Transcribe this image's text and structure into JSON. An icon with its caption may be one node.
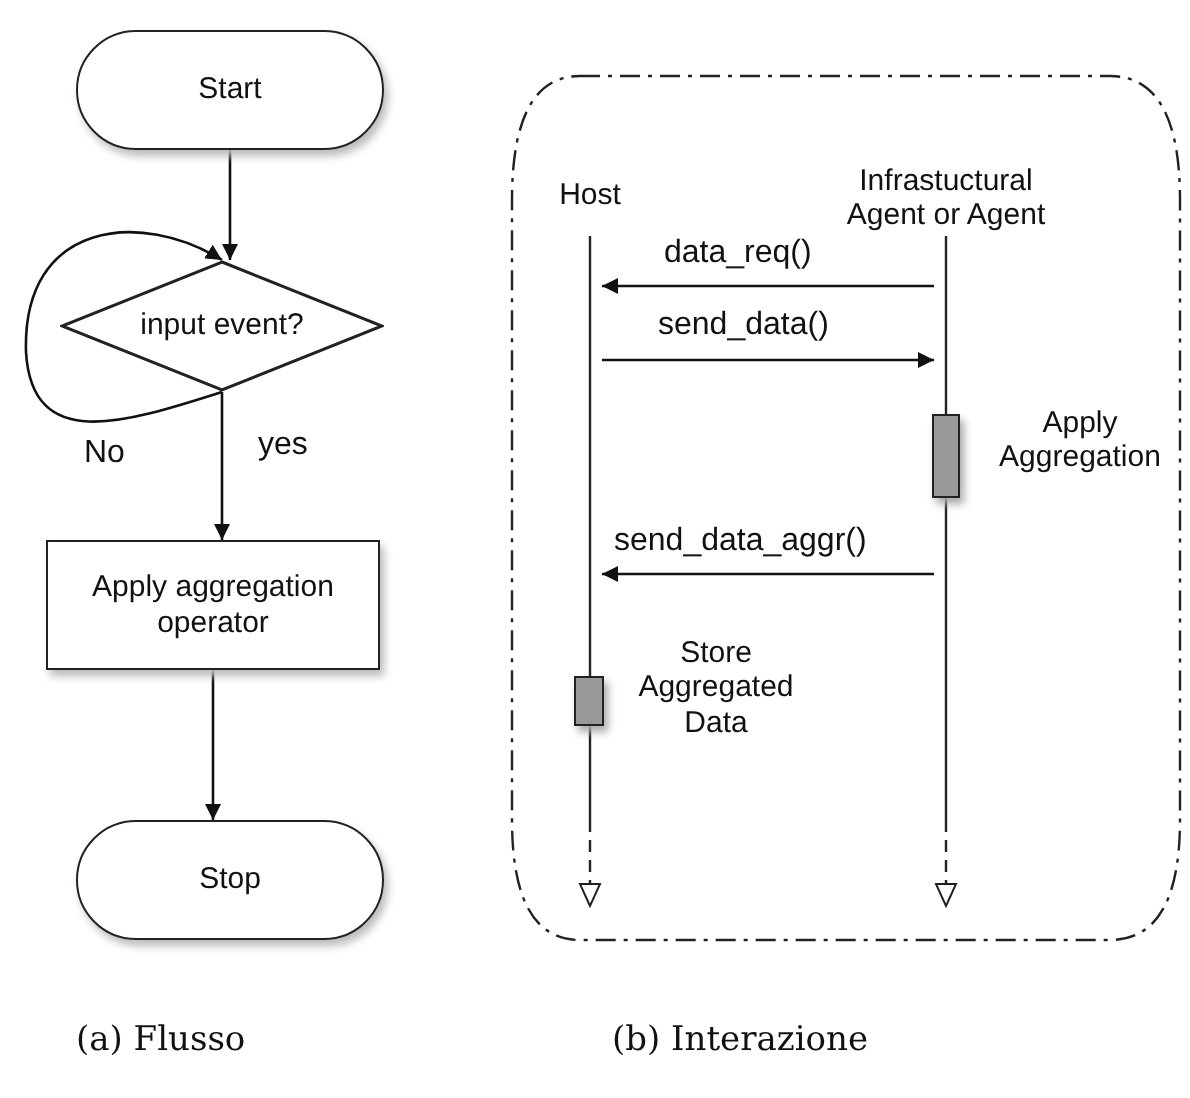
{
  "diagram": {
    "nodes": [
      {
        "text": [
          "Start"
        ]
      },
      {
        "text": [
          "input event?"
        ]
      },
      {
        "text": [
          "Apply aggregation operator"
        ]
      },
      {
        "text": [
          "Stop"
        ]
      },
      {
        "text": [
          "Host"
        ]
      },
      {
        "text": [
          "Infrastuctural Agent or Agent"
        ]
      },
      {
        "text": [],
        "shape": "line"
      },
      {
        "text": [],
        "shape": "line"
      },
      {
        "text": [],
        "shape": "bar",
        "beside": [
          "Apply Aggregation"
        ]
      },
      {
        "text": [],
        "shape": "bar",
        "beside": [
          "Store Aggregated Data"
        ]
      }
    ],
    "edges": [
      {
        "from": 0,
        "to": 1,
        "arrow": "to"
      },
      {
        "from": 1,
        "to": 1,
        "arrow": "to",
        "label": "No"
      },
      {
        "from": 1,
        "to": 2,
        "arrow": "to",
        "label": "yes"
      },
      {
        "from": 2,
        "to": 3,
        "arrow": "to"
      },
      {
        "from": 7,
        "to": 6,
        "arrow": "to",
        "label": "data_req()"
      },
      {
        "from": 6,
        "to": 7,
        "arrow": "to",
        "label": "send_data()"
      },
      {
        "from": 7,
        "to": 6,
        "arrow": "to",
        "label": "send_data_aggr()"
      }
    ],
    "labels": [
      "(a) Flusso",
      "(b) Interazione"
    ]
  }
}
